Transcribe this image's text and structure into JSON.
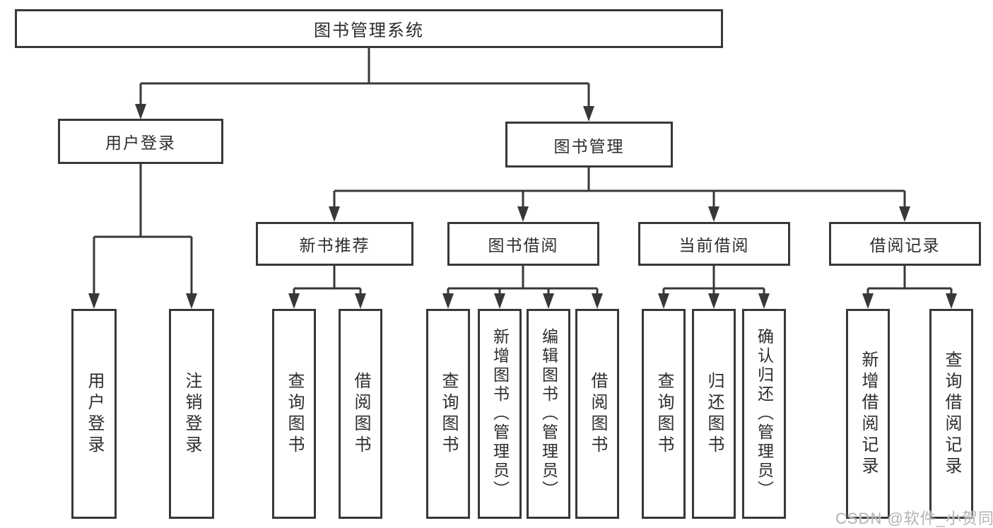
{
  "diagram": {
    "root": "图书管理系统",
    "branches": [
      {
        "label": "用户登录",
        "children": [
          "用户登录",
          "注销登录"
        ]
      },
      {
        "label": "图书管理",
        "groups": [
          {
            "label": "新书推荐",
            "children": [
              "查询图书",
              "借阅图书"
            ]
          },
          {
            "label": "图书借阅",
            "children": [
              "查询图书",
              "新增图书（管理员）",
              "编辑图书（管理员）",
              "借阅图书"
            ]
          },
          {
            "label": "当前借阅",
            "children": [
              "查询图书",
              "归还图书",
              "确认归还（管理员）"
            ]
          },
          {
            "label": "借阅记录",
            "children": [
              "新增借阅记录",
              "查询借阅记录"
            ]
          }
        ]
      }
    ]
  },
  "watermark": "CSDN @软件_小贺同学",
  "colors": {
    "line": "#383838",
    "box_border": "#383838",
    "box_fill": "#ffffff",
    "text": "#2d2d2d",
    "watermark": "#b3b3b3",
    "background": "#ffffff"
  }
}
